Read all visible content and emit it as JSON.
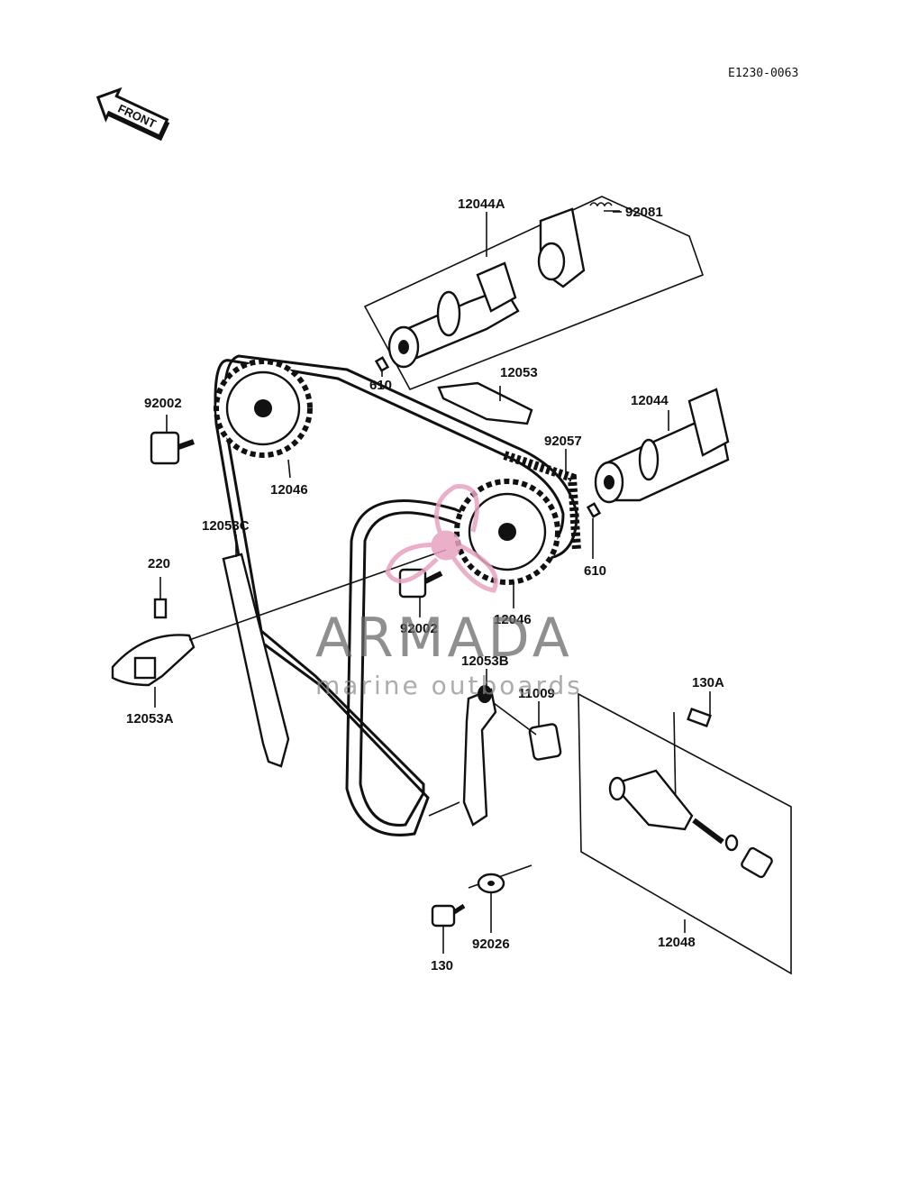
{
  "diagram_code": "E1230-0063",
  "front_label": "FRONT",
  "watermark": {
    "brand": "ARMADA",
    "tagline": "marine outboards",
    "brand_color": "#e8a3c0"
  },
  "parts": {
    "camshaft_exhaust": "12044A",
    "spring": "92081",
    "pin_upper": "610",
    "chain_guide_top": "12053",
    "chain": "92057",
    "camshaft_intake": "12044",
    "pin_right": "610",
    "bolt_upper_left": "92002",
    "sprocket_upper": "12046",
    "guide_c": "12053C",
    "bolt_220": "220",
    "guide_a": "12053A",
    "bolt_lower": "92002",
    "sprocket_lower": "12046",
    "guide_b": "12053B",
    "gasket": "11009",
    "bolt_130a": "130A",
    "tensioner": "12048",
    "washer": "92026",
    "bolt_130": "130"
  }
}
